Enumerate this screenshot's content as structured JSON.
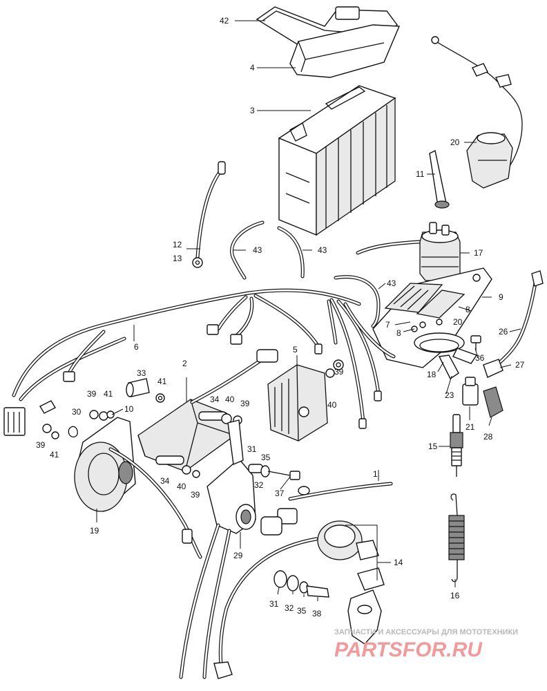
{
  "labels": [
    {
      "text": "42",
      "part": "battery-band"
    },
    {
      "text": "4",
      "part": "battery-cover"
    },
    {
      "text": "3",
      "part": "battery"
    },
    {
      "text": "20",
      "part": "relay"
    },
    {
      "text": "11",
      "part": "cap"
    },
    {
      "text": "12",
      "part": "battery-cable"
    },
    {
      "text": "13",
      "part": "battery-cable"
    },
    {
      "text": "43",
      "part": "breather-tube"
    },
    {
      "text": "43",
      "part": "breather-tube"
    },
    {
      "text": "17",
      "part": "starter-relay"
    },
    {
      "text": "43",
      "part": "breather-tube"
    },
    {
      "text": "9",
      "part": "fuse-bracket"
    },
    {
      "text": "8",
      "part": "fuse"
    },
    {
      "text": "7",
      "part": "fuse-holder"
    },
    {
      "text": "20",
      "part": "relay"
    },
    {
      "text": "8",
      "part": "fuse"
    },
    {
      "text": "6",
      "part": "wire-harness"
    },
    {
      "text": "5",
      "part": "regulator"
    },
    {
      "text": "39",
      "part": "nut"
    },
    {
      "text": "26",
      "part": "ground-cable"
    },
    {
      "text": "36",
      "part": "bolt"
    },
    {
      "text": "27",
      "part": "terminal"
    },
    {
      "text": "18",
      "part": "band"
    },
    {
      "text": "33",
      "part": "collar"
    },
    {
      "text": "2",
      "part": "ignition-coil"
    },
    {
      "text": "41",
      "part": "washer"
    },
    {
      "text": "39",
      "part": "nut"
    },
    {
      "text": "41",
      "part": "washer"
    },
    {
      "text": "10",
      "part": "screw"
    },
    {
      "text": "30",
      "part": "clip"
    },
    {
      "text": "34",
      "part": "collar"
    },
    {
      "text": "40",
      "part": "washer"
    },
    {
      "text": "39",
      "part": "nut"
    },
    {
      "text": "40",
      "part": "washer"
    },
    {
      "text": "23",
      "part": "bracket"
    },
    {
      "text": "21",
      "part": "connector"
    },
    {
      "text": "28",
      "part": "connector"
    },
    {
      "text": "39",
      "part": "nut"
    },
    {
      "text": "41",
      "part": "washer"
    },
    {
      "text": "31",
      "part": "bushing"
    },
    {
      "text": "35",
      "part": "washer"
    },
    {
      "text": "15",
      "part": "spark-plug"
    },
    {
      "text": "32",
      "part": "collar"
    },
    {
      "text": "1",
      "part": "cable"
    },
    {
      "text": "34",
      "part": "collar"
    },
    {
      "text": "40",
      "part": "washer"
    },
    {
      "text": "39",
      "part": "nut"
    },
    {
      "text": "37",
      "part": "bolt"
    },
    {
      "text": "19",
      "part": "horn"
    },
    {
      "text": "29",
      "part": "bracket"
    },
    {
      "text": "14",
      "part": "ignition-switch"
    },
    {
      "text": "16",
      "part": "spring"
    },
    {
      "text": "31",
      "part": "bushing"
    },
    {
      "text": "32",
      "part": "collar"
    },
    {
      "text": "35",
      "part": "washer"
    },
    {
      "text": "38",
      "part": "bolt"
    }
  ],
  "watermark": {
    "tagline": "ЗАПЧАСТИ И АКСЕССУАРЫ ДЛЯ МОТОТЕХНИКИ",
    "brand": "PARTSFOR.RU"
  },
  "colors": {
    "ink": "#111111",
    "watermark_brand": "#f29a9a",
    "watermark_tagline": "#b9b9b9"
  }
}
